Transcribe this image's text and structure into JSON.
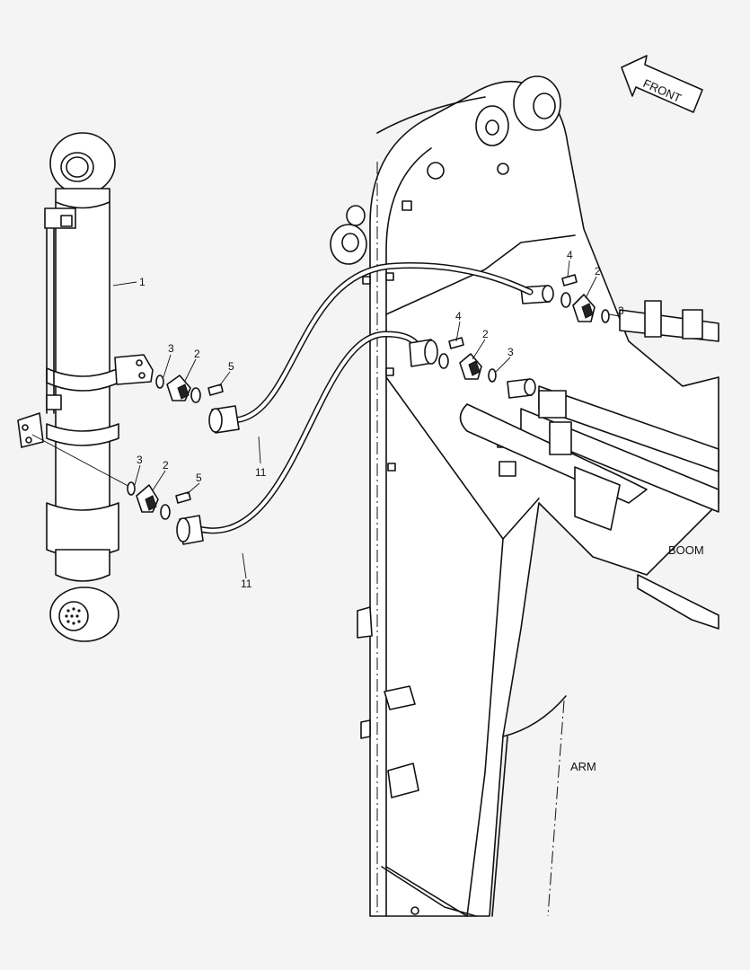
{
  "direction_label": "FRONT",
  "region_labels": {
    "boom": "BOOM",
    "arm": "ARM"
  },
  "callouts": {
    "cylinder": "1",
    "hose_lower": "11",
    "hose_upper": "11",
    "flange_half_a": "2",
    "flange_half_b": "2",
    "flange_half_c": "2",
    "flange_half_d": "2",
    "oring_a": "3",
    "oring_b": "3",
    "oring_c": "3",
    "oring_d": "3",
    "bolt_upper_a": "4",
    "bolt_upper_b": "4",
    "bolt_lower_a": "5",
    "bolt_lower_b": "5"
  }
}
